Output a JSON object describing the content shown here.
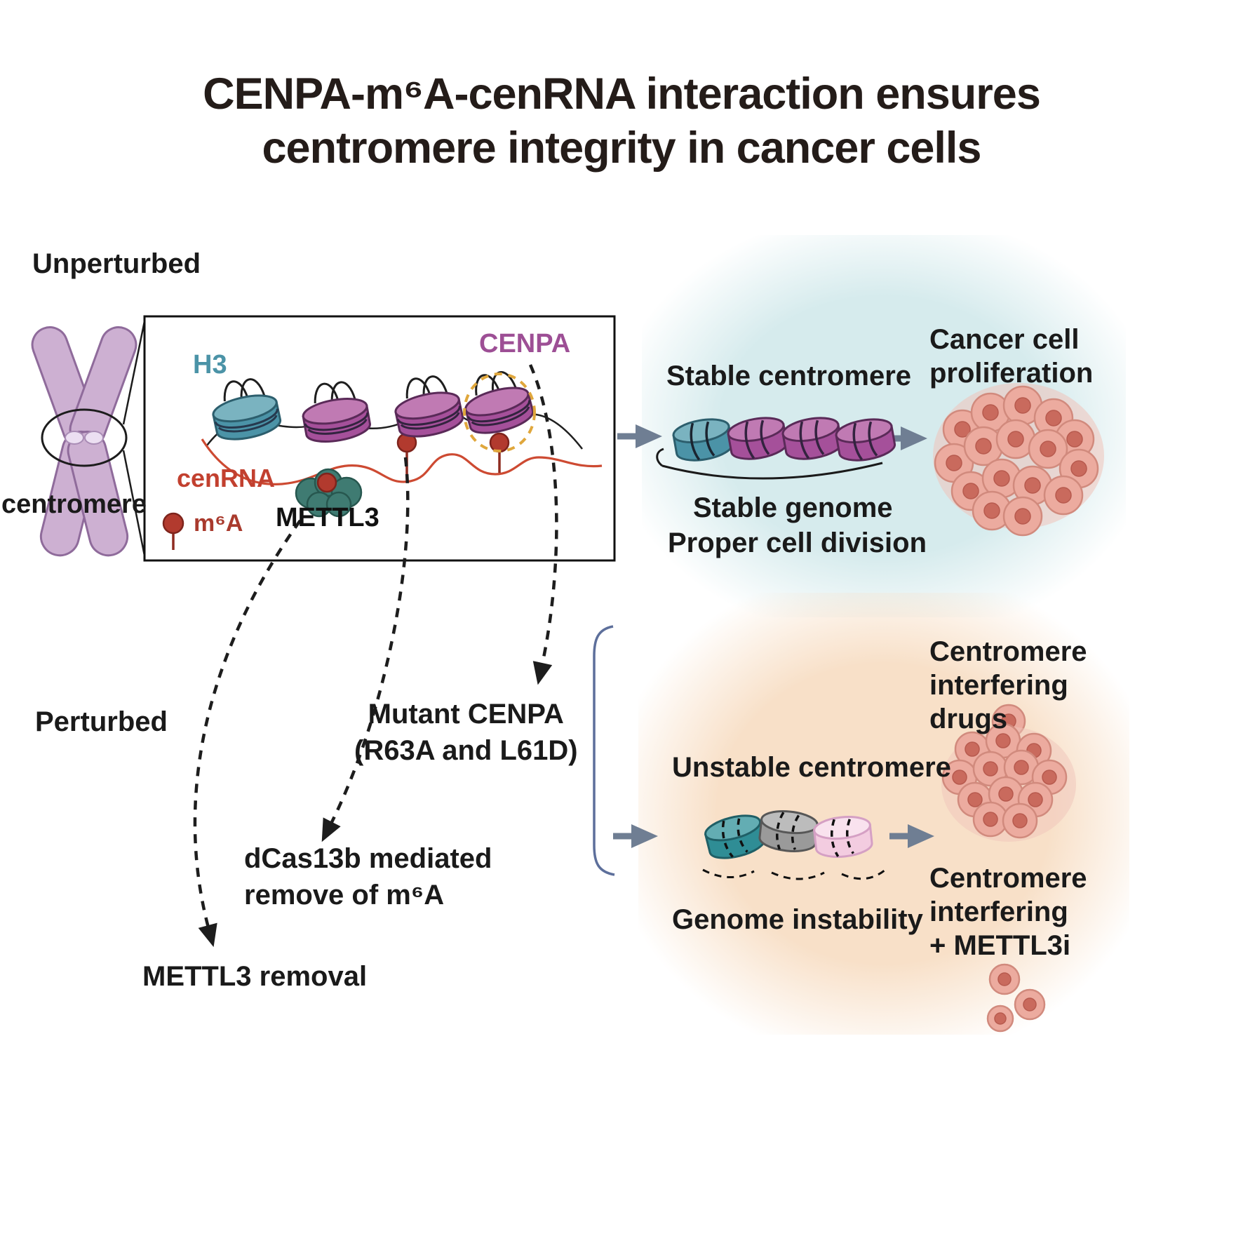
{
  "title": {
    "line1": "CENPA-m⁶A-cenRNA interaction ensures",
    "line2": "centromere integrity in cancer cells"
  },
  "unperturbed": {
    "section_label": "Unperturbed",
    "chromosome_label": "centromere",
    "inset": {
      "h3_label": "H3",
      "cenpa_label": "CENPA",
      "cenrna_label": "cenRNA",
      "m6a_label": "m⁶A",
      "mettl3_label": "METTL3"
    },
    "outcome": {
      "stable_centromere": "Stable centromere",
      "stable_genome": "Stable genome",
      "proper_cell_division": "Proper cell division",
      "cancer_cell_proliferation": "Cancer cell\nproliferation"
    }
  },
  "perturbed": {
    "section_label": "Perturbed",
    "perturbations": {
      "mutant_cenpa": "Mutant CENPA\n(R63A and L61D)",
      "dcas13b": "dCas13b mediated\nremove of m⁶A",
      "mettl3_removal": "METTL3 removal"
    },
    "outcome": {
      "unstable_centromere": "Unstable centromere",
      "genome_instability": "Genome instability",
      "centromere_interfering_drugs": "Centromere\ninterfering\ndrugs",
      "centromere_interfering_mettl3i": "Centromere\ninterfering\n+ METTL3i"
    }
  },
  "colors": {
    "h3_teal": "#4b93a7",
    "cenpa_magenta": "#a5509a",
    "cenrna_red": "#cd4a32",
    "m6a_red": "#a93a2d",
    "chromosome_purple": "#cdb0d2",
    "highlight_yellow": "#e0a73c",
    "bracket_blue": "#5d6f9b",
    "arrow_gray": "#6f7e93",
    "unperturbed_background": "#d6ebed",
    "perturbed_background": "#f8e0c8",
    "cell_pink": "#ecab9f"
  }
}
